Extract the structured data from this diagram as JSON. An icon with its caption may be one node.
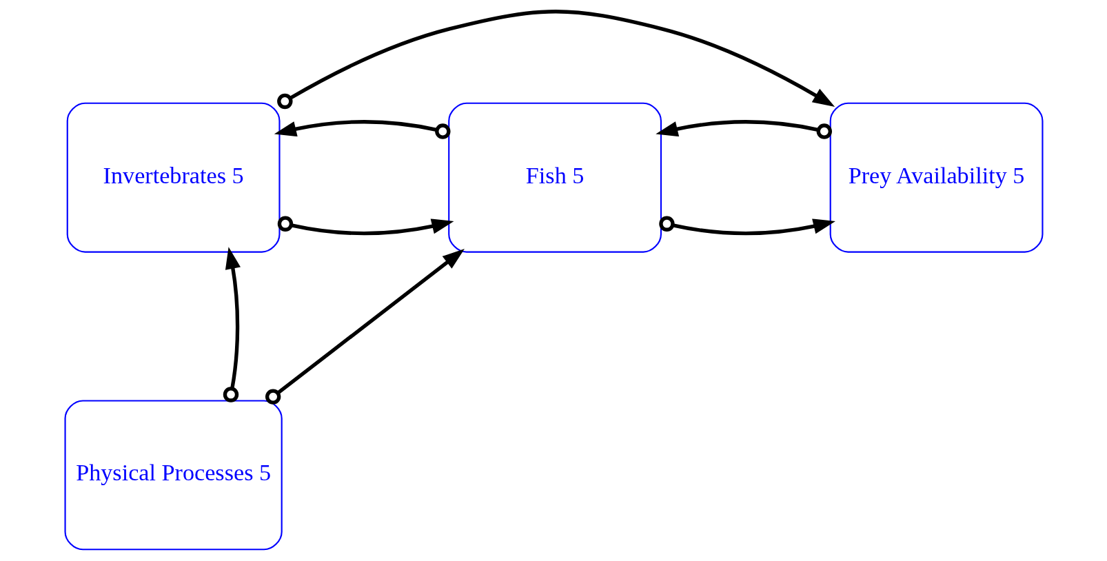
{
  "diagram": {
    "nodes": [
      {
        "text": [
          "Invertebrates 5"
        ]
      },
      {
        "text": [
          "Fish 5"
        ]
      },
      {
        "text": [
          "Prey Availability 5"
        ]
      },
      {
        "text": [
          "Physical Processes 5"
        ]
      }
    ],
    "edges": [
      {
        "from": 0,
        "to": 2,
        "arrow": "to"
      },
      {
        "from": 0,
        "to": 1,
        "arrow": "to"
      },
      {
        "from": 1,
        "to": 2,
        "arrow": "to"
      },
      {
        "from": 1,
        "to": 0,
        "arrow": "to"
      },
      {
        "from": 2,
        "to": 1,
        "arrow": "to"
      },
      {
        "from": 3,
        "to": 0,
        "arrow": "to"
      },
      {
        "from": 3,
        "to": 1,
        "arrow": "to"
      }
    ]
  }
}
